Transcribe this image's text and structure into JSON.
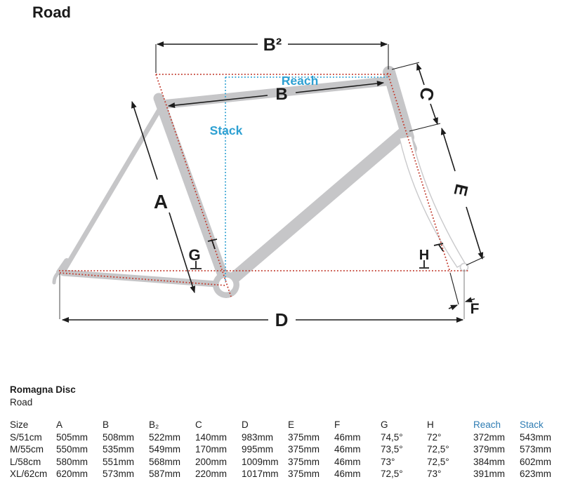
{
  "page": {
    "title": "Road"
  },
  "product": {
    "name": "Romagna Disc",
    "category": "Road"
  },
  "diagram": {
    "labels": {
      "a": "A",
      "b": "B",
      "b2": "B²",
      "c": "C",
      "d": "D",
      "e": "E",
      "f": "F",
      "g": "G",
      "h": "H",
      "reach": "Reach",
      "stack": "Stack"
    },
    "colors": {
      "frame_gray": "#c6c6c8",
      "dimension_black": "#1c1c1c",
      "guide_red": "#c23b2e",
      "guide_blue": "#2da0d2",
      "table_header_blue": "#2e7cb3"
    }
  },
  "table": {
    "columns": [
      "Size",
      "A",
      "B",
      "B₂",
      "C",
      "D",
      "E",
      "F",
      "G",
      "H",
      "Reach",
      "Stack"
    ],
    "rows": [
      [
        "S/51cm",
        "505mm",
        "508mm",
        "522mm",
        "140mm",
        "983mm",
        "375mm",
        "46mm",
        "74,5°",
        "72°",
        "372mm",
        "543mm"
      ],
      [
        "M/55cm",
        "550mm",
        "535mm",
        "549mm",
        "170mm",
        "995mm",
        "375mm",
        "46mm",
        "73,5°",
        "72,5°",
        "379mm",
        "573mm"
      ],
      [
        "L/58cm",
        "580mm",
        "551mm",
        "568mm",
        "200mm",
        "1009mm",
        "375mm",
        "46mm",
        "73°",
        "72,5°",
        "384mm",
        "602mm"
      ],
      [
        "XL/62cm",
        "620mm",
        "573mm",
        "587mm",
        "220mm",
        "1017mm",
        "375mm",
        "46mm",
        "72,5°",
        "73°",
        "391mm",
        "623mm"
      ]
    ]
  }
}
